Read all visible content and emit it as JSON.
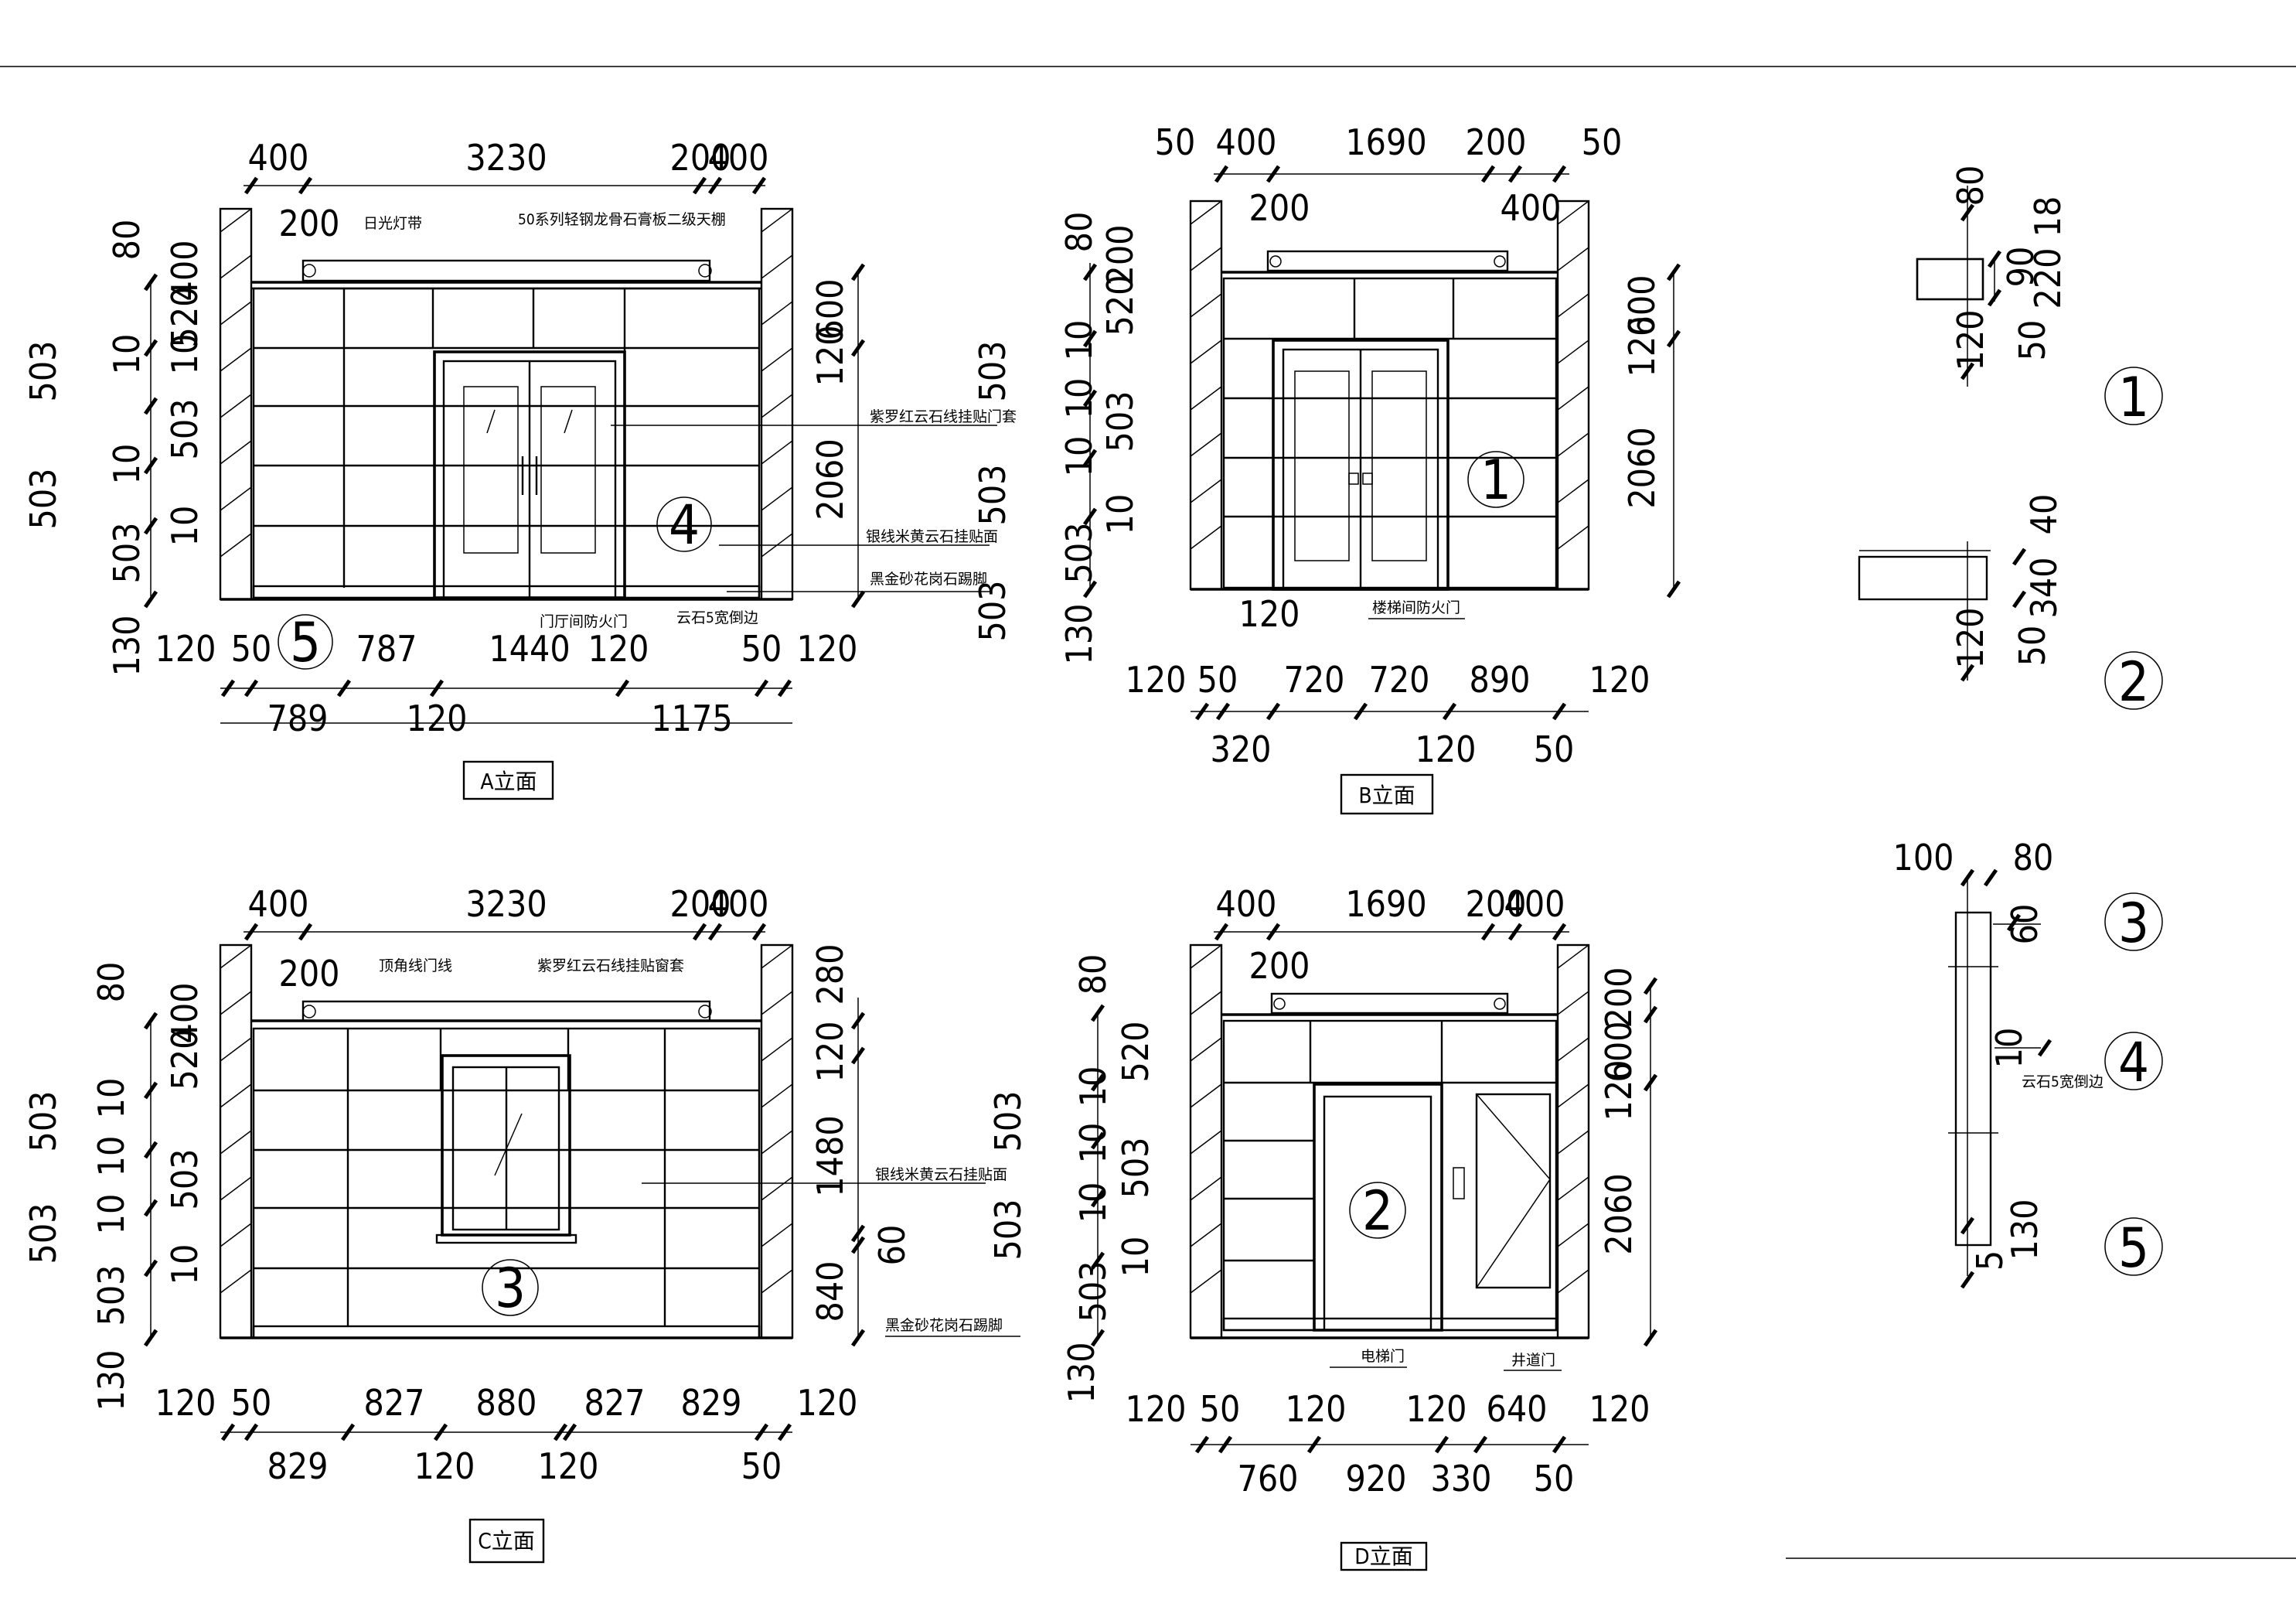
{
  "elevations": {
    "A": {
      "title": "A立面",
      "top_dims": [
        "400",
        "3230",
        "200",
        "400"
      ],
      "top_sub_dim": "200",
      "left_dims_outer": [
        "503",
        "503"
      ],
      "left_dims_inner": [
        "80",
        "400",
        "520",
        "10",
        "10",
        "503",
        "10",
        "10",
        "503",
        "130"
      ],
      "right_dims": [
        "600",
        "120",
        "2060"
      ],
      "right_outer_dim": "503",
      "bottom_row1": [
        "120",
        "50",
        "787",
        "1440",
        "120",
        "50",
        "120"
      ],
      "bottom_row2": [
        "789",
        "120",
        "1175"
      ],
      "notes": [
        "日光灯带",
        "50系列轻钢龙骨石膏板二级天棚",
        "紫罗红云石线挂贴门套",
        "银线米黄云石挂贴面",
        "黑金砂花岗石踢脚",
        "门厅间防火门",
        "云石5宽倒边"
      ],
      "markers": [
        "4",
        "5"
      ]
    },
    "B": {
      "title": "B立面",
      "top_dims": [
        "50",
        "400",
        "1690",
        "200",
        "50"
      ],
      "top_sub_dims": [
        "200",
        "400"
      ],
      "left_dims": [
        "80",
        "200",
        "520",
        "10",
        "10",
        "503",
        "10",
        "10",
        "503",
        "130"
      ],
      "right_dims": [
        "600",
        "120",
        "2060"
      ],
      "right_outer_dims": [
        "503",
        "503"
      ],
      "bottom_row1": [
        "120",
        "50",
        "720",
        "720",
        "890",
        "120"
      ],
      "bottom_row2": [
        "320",
        "120",
        "50"
      ],
      "upper_dim": "120",
      "notes": [
        "楼梯间防火门"
      ],
      "markers": [
        "1"
      ]
    },
    "C": {
      "title": "C立面",
      "top_dims": [
        "400",
        "3230",
        "200",
        "400"
      ],
      "top_sub_dim": "200",
      "left_dims_outer": [
        "503",
        "503"
      ],
      "left_dims_inner": [
        "80",
        "400",
        "520",
        "10",
        "10",
        "503",
        "10",
        "10",
        "503",
        "130"
      ],
      "right_dims": [
        "280",
        "120",
        "1480",
        "60",
        "840"
      ],
      "bottom_row1": [
        "120",
        "50",
        "827",
        "880",
        "827",
        "829",
        "120"
      ],
      "bottom_row2": [
        "829",
        "120",
        "120",
        "50"
      ],
      "notes": [
        "顶角线门线",
        "紫罗红云石线挂贴窗套",
        "银线米黄云石挂贴面",
        "黑金砂花岗石踢脚"
      ],
      "markers": [
        "3"
      ]
    },
    "D": {
      "title": "D立面",
      "top_dims": [
        "400",
        "1690",
        "200",
        "400"
      ],
      "top_sub_dim": "200",
      "left_dims": [
        "80",
        "520",
        "10",
        "10",
        "503",
        "10",
        "10",
        "503",
        "130"
      ],
      "left_outer_dims": [
        "503",
        "503"
      ],
      "right_dims": [
        "200",
        "600",
        "120",
        "2060"
      ],
      "bottom_row1": [
        "120",
        "50",
        "120",
        "120",
        "640",
        "120"
      ],
      "bottom_row2": [
        "760",
        "920",
        "330",
        "50"
      ],
      "notes": [
        "电梯门",
        "井道门"
      ],
      "markers": [
        "2"
      ]
    }
  },
  "details": {
    "d1": {
      "marker": "1",
      "dims": [
        "80",
        "18",
        "90",
        "220",
        "120",
        "50"
      ]
    },
    "d2": {
      "marker": "2",
      "dims": [
        "40",
        "340",
        "120",
        "50"
      ]
    },
    "d345": {
      "markers": [
        "3",
        "4",
        "5"
      ],
      "dims": [
        "100",
        "80",
        "60",
        "10",
        "130",
        "5"
      ],
      "note": "云石5宽倒边"
    }
  }
}
